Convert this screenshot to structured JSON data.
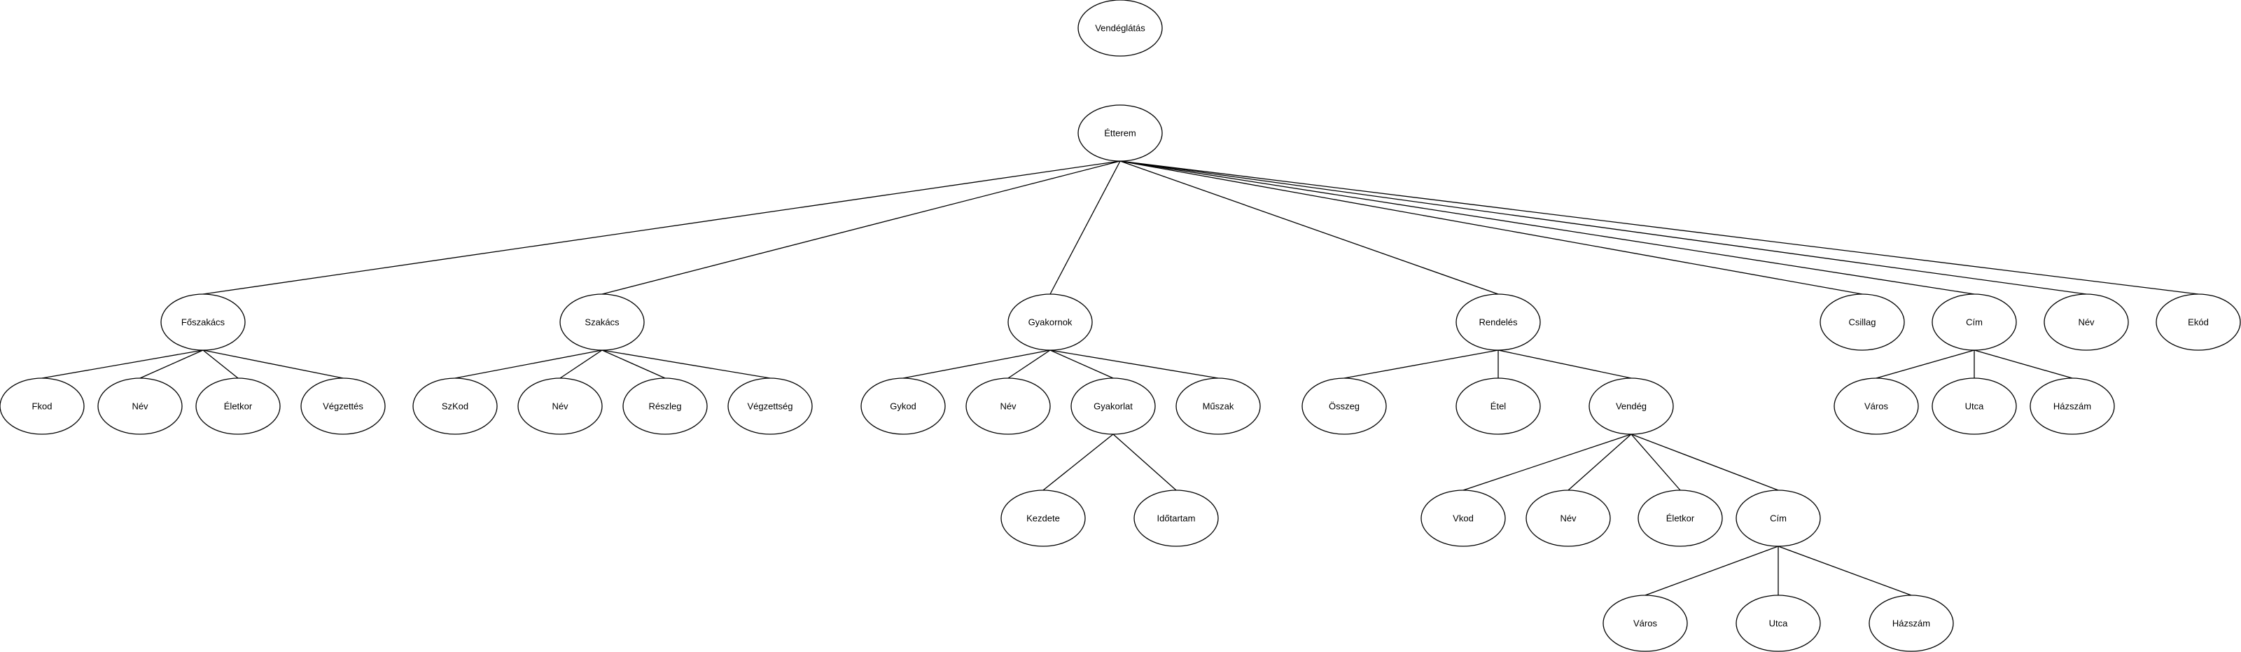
{
  "diagram": {
    "nodes": [
      {
        "id": "vendeglatas",
        "label": "Vendéglátás"
      },
      {
        "id": "etterem",
        "label": "Étterem"
      },
      {
        "id": "foszakacs",
        "label": "Főszakács"
      },
      {
        "id": "szakacs",
        "label": "Szakács"
      },
      {
        "id": "gyakornok",
        "label": "Gyakornok"
      },
      {
        "id": "rendeles",
        "label": "Rendelés"
      },
      {
        "id": "csillag",
        "label": "Csillag"
      },
      {
        "id": "cim1",
        "label": "Cím"
      },
      {
        "id": "nev1",
        "label": "Név"
      },
      {
        "id": "ekod",
        "label": "Ekód"
      },
      {
        "id": "fkod",
        "label": "Fkod"
      },
      {
        "id": "nev2",
        "label": "Név"
      },
      {
        "id": "eletkor1",
        "label": "Életkor"
      },
      {
        "id": "vegzettes",
        "label": "Végzettés"
      },
      {
        "id": "szkod",
        "label": "SzKod"
      },
      {
        "id": "nev3",
        "label": "Név"
      },
      {
        "id": "reszleg",
        "label": "Részleg"
      },
      {
        "id": "vegzettseg",
        "label": "Végzettség"
      },
      {
        "id": "gykod",
        "label": "Gykod"
      },
      {
        "id": "nev4",
        "label": "Név"
      },
      {
        "id": "gyakorlat",
        "label": "Gyakorlat"
      },
      {
        "id": "muszak",
        "label": "Műszak"
      },
      {
        "id": "osszeg",
        "label": "Összeg"
      },
      {
        "id": "etel",
        "label": "Étel"
      },
      {
        "id": "vendeg",
        "label": "Vendég"
      },
      {
        "id": "varos1",
        "label": "Város"
      },
      {
        "id": "utca1",
        "label": "Utca"
      },
      {
        "id": "hazszam1",
        "label": "Házszám"
      },
      {
        "id": "kezdete",
        "label": "Kezdete"
      },
      {
        "id": "idotartam",
        "label": "Időtartam"
      },
      {
        "id": "vkod",
        "label": "Vkod"
      },
      {
        "id": "nev5",
        "label": "Név"
      },
      {
        "id": "eletkor2",
        "label": "Életkor"
      },
      {
        "id": "cim2",
        "label": "Cím"
      },
      {
        "id": "varos2",
        "label": "Város"
      },
      {
        "id": "utca2",
        "label": "Utca"
      },
      {
        "id": "hazszam2",
        "label": "Házszám"
      }
    ],
    "edges": [
      [
        "etterem",
        "foszakacs"
      ],
      [
        "etterem",
        "szakacs"
      ],
      [
        "etterem",
        "gyakornok"
      ],
      [
        "etterem",
        "rendeles"
      ],
      [
        "etterem",
        "csillag"
      ],
      [
        "etterem",
        "cim1"
      ],
      [
        "etterem",
        "nev1"
      ],
      [
        "etterem",
        "ekod"
      ],
      [
        "foszakacs",
        "fkod"
      ],
      [
        "foszakacs",
        "nev2"
      ],
      [
        "foszakacs",
        "eletkor1"
      ],
      [
        "foszakacs",
        "vegzettes"
      ],
      [
        "szakacs",
        "szkod"
      ],
      [
        "szakacs",
        "nev3"
      ],
      [
        "szakacs",
        "reszleg"
      ],
      [
        "szakacs",
        "vegzettseg"
      ],
      [
        "gyakornok",
        "gykod"
      ],
      [
        "gyakornok",
        "nev4"
      ],
      [
        "gyakornok",
        "gyakorlat"
      ],
      [
        "gyakornok",
        "muszak"
      ],
      [
        "gyakorlat",
        "kezdete"
      ],
      [
        "gyakorlat",
        "idotartam"
      ],
      [
        "rendeles",
        "osszeg"
      ],
      [
        "rendeles",
        "etel"
      ],
      [
        "rendeles",
        "vendeg"
      ],
      [
        "vendeg",
        "vkod"
      ],
      [
        "vendeg",
        "nev5"
      ],
      [
        "vendeg",
        "eletkor2"
      ],
      [
        "vendeg",
        "cim2"
      ],
      [
        "cim2",
        "varos2"
      ],
      [
        "cim2",
        "utca2"
      ],
      [
        "cim2",
        "hazszam2"
      ],
      [
        "cim1",
        "varos1"
      ],
      [
        "cim1",
        "utca1"
      ],
      [
        "cim1",
        "hazszam1"
      ]
    ]
  }
}
